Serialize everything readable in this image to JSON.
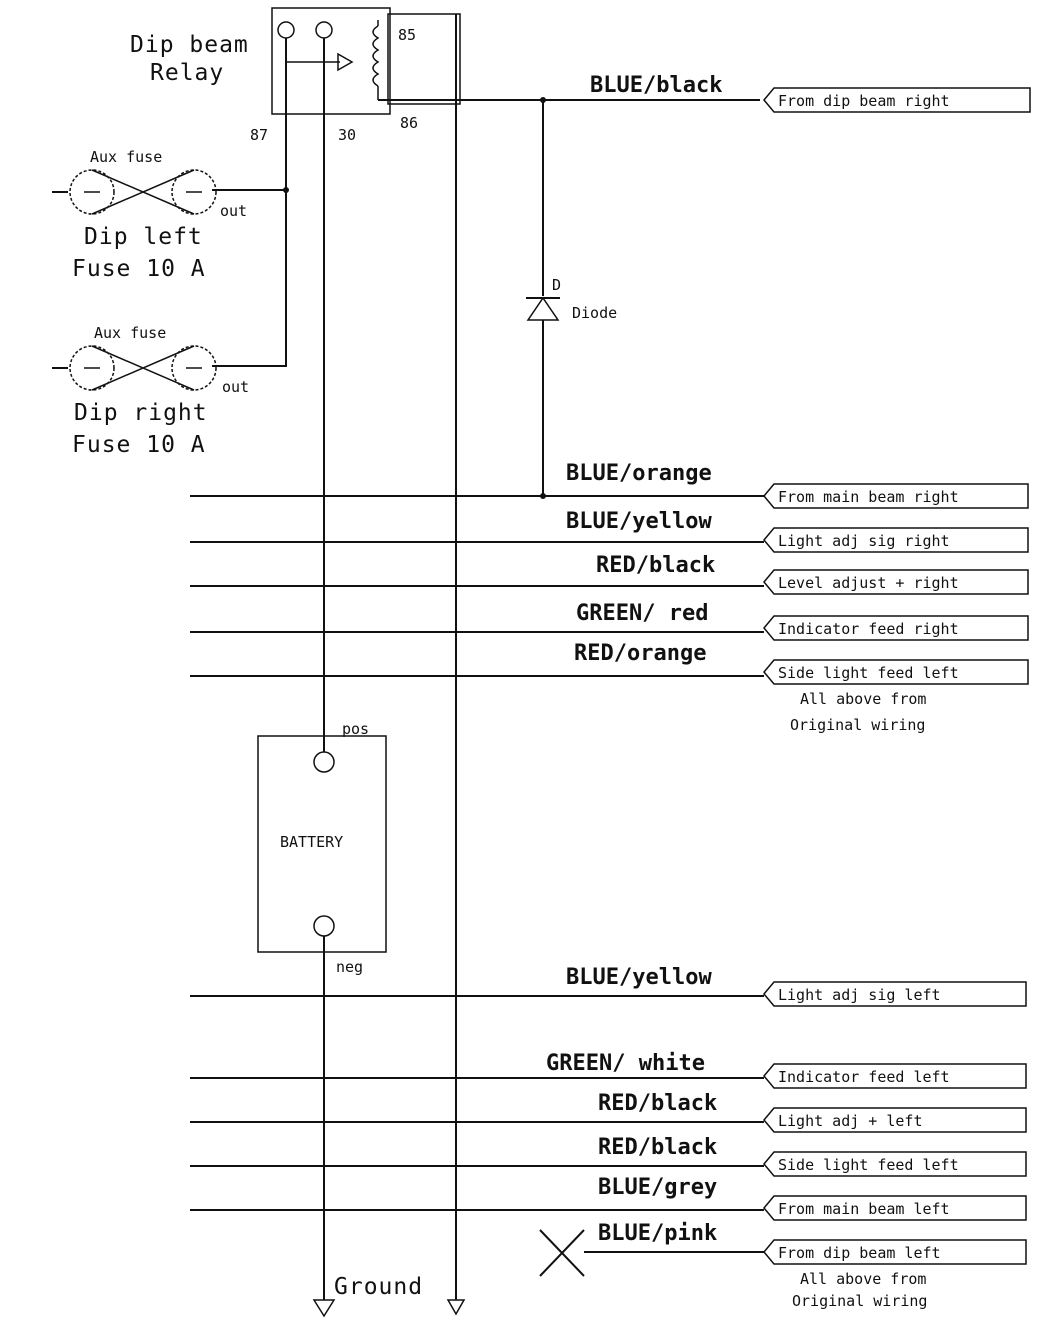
{
  "relay": {
    "title_line1": "Dip beam",
    "title_line2": "Relay",
    "pin_87": "87",
    "pin_30": "30",
    "pin_86": "86",
    "pin_85": "85"
  },
  "fuse_left": {
    "aux_label": "Aux fuse",
    "out_label": "out",
    "name": "Dip left",
    "rating": "Fuse 10 A"
  },
  "fuse_right": {
    "aux_label": "Aux fuse",
    "out_label": "out",
    "name": "Dip right",
    "rating": "Fuse 10 A"
  },
  "diode": {
    "ref": "D",
    "label": "Diode"
  },
  "top_wire": {
    "color_label": "BLUE/black",
    "tag": "From dip beam right"
  },
  "right_group": {
    "wires": [
      {
        "color_label": "BLUE/orange",
        "tag": "From main beam right"
      },
      {
        "color_label": "BLUE/yellow",
        "tag": "Light adj sig right"
      },
      {
        "color_label": "RED/black",
        "tag": "Level adjust + right"
      },
      {
        "color_label": "GREEN/ red",
        "tag": "Indicator feed right"
      },
      {
        "color_label": "RED/orange",
        "tag": "Side light feed left"
      }
    ],
    "note_line1": "All above from",
    "note_line2": "Original wiring"
  },
  "battery": {
    "label": "BATTERY",
    "pos": "pos",
    "neg": "neg"
  },
  "left_group": {
    "wires": [
      {
        "color_label": "BLUE/yellow",
        "tag": "Light adj sig left"
      },
      {
        "color_label": "GREEN/ white",
        "tag": "Indicator feed left"
      },
      {
        "color_label": "RED/black",
        "tag": "Light adj + left"
      },
      {
        "color_label": "RED/black",
        "tag": "Side light feed left"
      },
      {
        "color_label": "BLUE/grey",
        "tag": "From main beam left"
      },
      {
        "color_label": "BLUE/pink",
        "tag": "From dip beam left"
      }
    ],
    "note_line1": "All above from",
    "note_line2": "Original wiring"
  },
  "ground": {
    "label": "Ground"
  }
}
